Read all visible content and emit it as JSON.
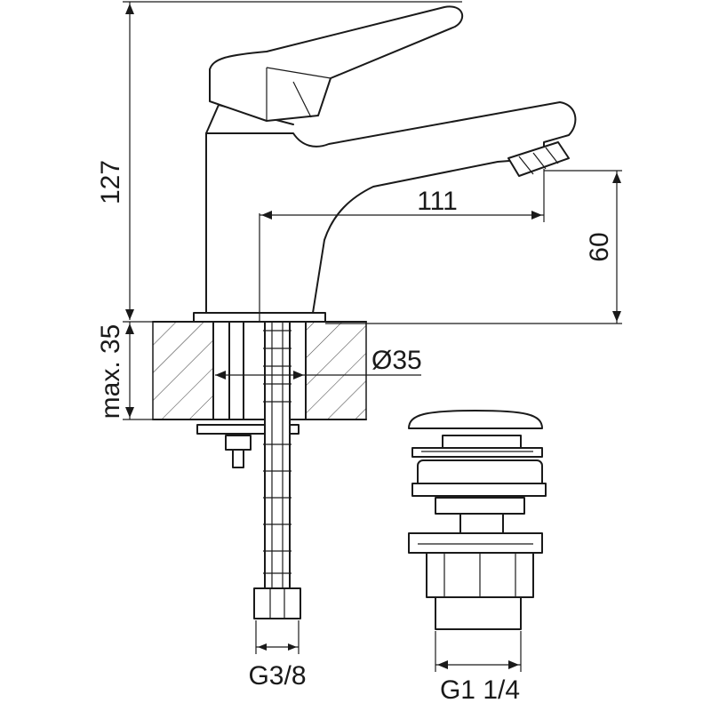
{
  "dimensions": {
    "height_total": "127",
    "spout_reach": "111",
    "spout_height": "60",
    "max_thickness": "max. 35",
    "hole_diameter": "Ø35",
    "inlet_thread": "G3/8",
    "waste_thread": "G1 1/4"
  }
}
